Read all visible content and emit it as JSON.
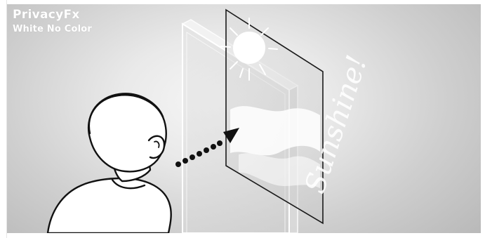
{
  "header": {
    "title": "PrivacyFx",
    "subtitle": "White No Color"
  },
  "illustration": {
    "sign_text": "Sunshine!"
  }
}
